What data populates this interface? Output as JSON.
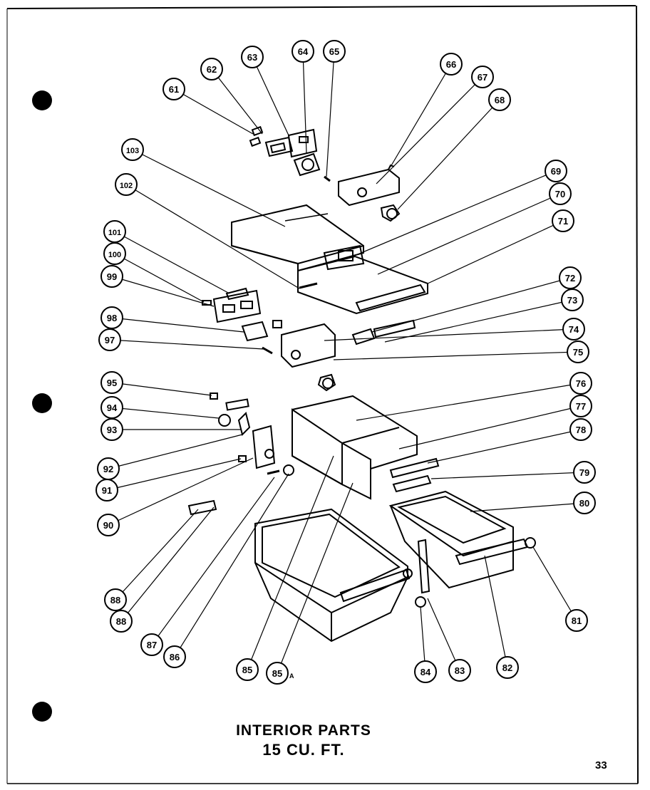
{
  "diagram": {
    "title_line1": "INTERIOR PARTS",
    "title_line2": "15 CU. FT.",
    "page_number": "33",
    "callouts": [
      {
        "id": "c61",
        "label": "61"
      },
      {
        "id": "c62",
        "label": "62"
      },
      {
        "id": "c63",
        "label": "63"
      },
      {
        "id": "c64",
        "label": "64"
      },
      {
        "id": "c65",
        "label": "65"
      },
      {
        "id": "c66",
        "label": "66"
      },
      {
        "id": "c67",
        "label": "67"
      },
      {
        "id": "c68",
        "label": "68"
      },
      {
        "id": "c69",
        "label": "69"
      },
      {
        "id": "c70",
        "label": "70"
      },
      {
        "id": "c71",
        "label": "71"
      },
      {
        "id": "c72",
        "label": "72"
      },
      {
        "id": "c73",
        "label": "73"
      },
      {
        "id": "c74",
        "label": "74"
      },
      {
        "id": "c75",
        "label": "75"
      },
      {
        "id": "c76",
        "label": "76"
      },
      {
        "id": "c77",
        "label": "77"
      },
      {
        "id": "c78",
        "label": "78"
      },
      {
        "id": "c79",
        "label": "79"
      },
      {
        "id": "c80",
        "label": "80"
      },
      {
        "id": "c81",
        "label": "81"
      },
      {
        "id": "c82",
        "label": "82"
      },
      {
        "id": "c83",
        "label": "83"
      },
      {
        "id": "c84",
        "label": "84"
      },
      {
        "id": "c85",
        "label": "85"
      },
      {
        "id": "c85a",
        "label": "85",
        "suffix": "A"
      },
      {
        "id": "c86",
        "label": "86"
      },
      {
        "id": "c87",
        "label": "87"
      },
      {
        "id": "c88a",
        "label": "88"
      },
      {
        "id": "c88b",
        "label": "88"
      },
      {
        "id": "c90",
        "label": "90"
      },
      {
        "id": "c91",
        "label": "91"
      },
      {
        "id": "c92",
        "label": "92"
      },
      {
        "id": "c93",
        "label": "93"
      },
      {
        "id": "c94",
        "label": "94"
      },
      {
        "id": "c95",
        "label": "95"
      },
      {
        "id": "c97",
        "label": "97"
      },
      {
        "id": "c98",
        "label": "98"
      },
      {
        "id": "c99",
        "label": "99"
      },
      {
        "id": "c100",
        "label": "100"
      },
      {
        "id": "c101",
        "label": "101"
      },
      {
        "id": "c102",
        "label": "102"
      },
      {
        "id": "c103",
        "label": "103"
      }
    ]
  }
}
